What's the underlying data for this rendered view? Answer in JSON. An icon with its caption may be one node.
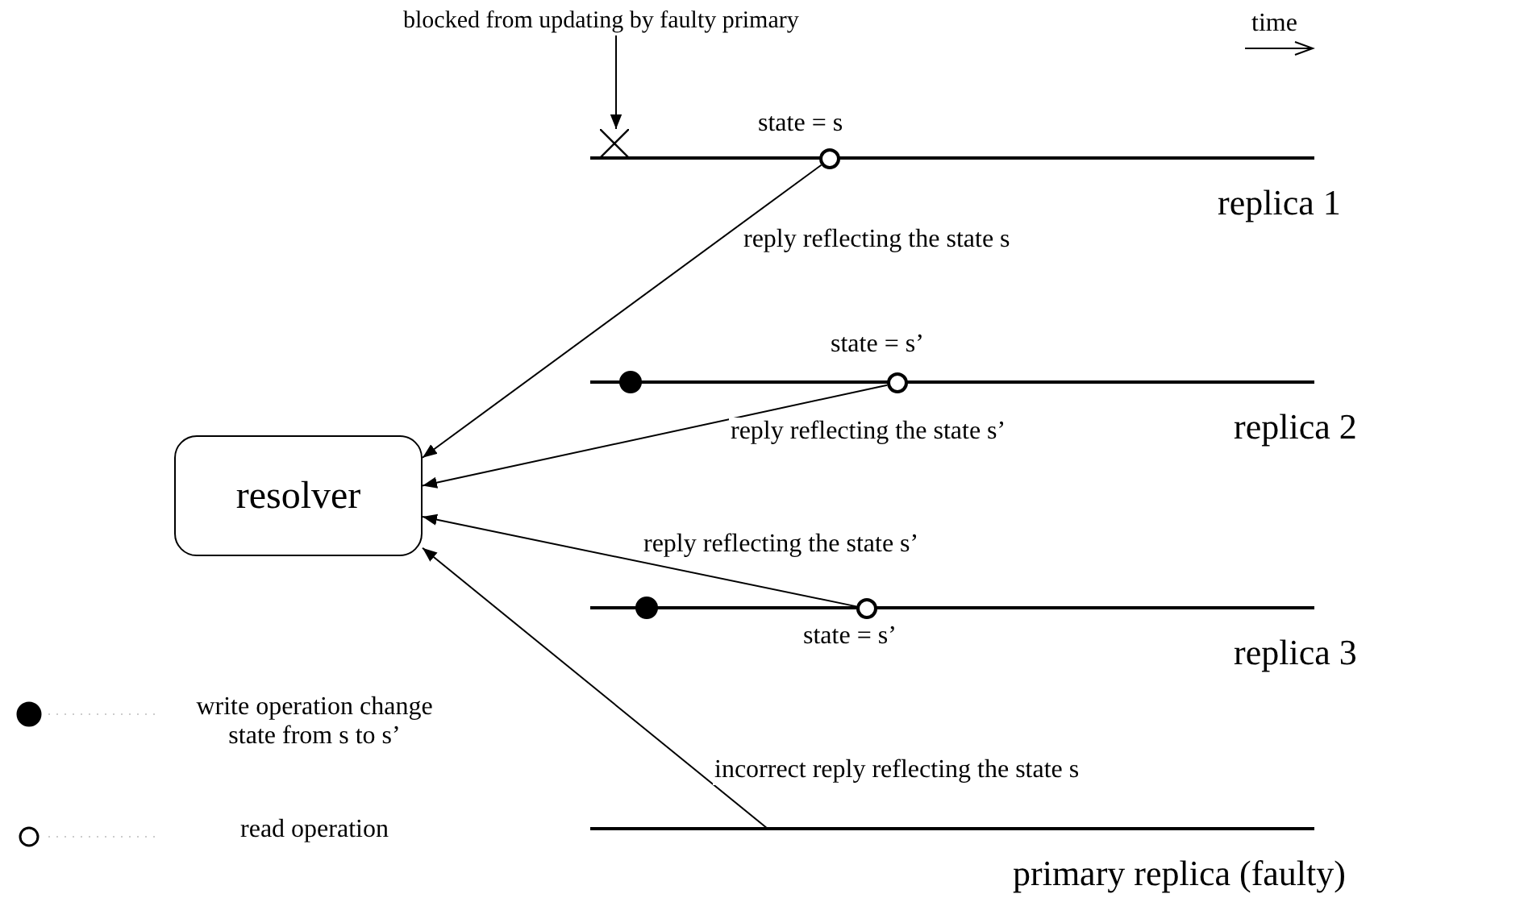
{
  "diagram": {
    "nodes": [
      {
        "text": [
          "blocked from updating by faulty primary"
        ]
      },
      {
        "text": [],
        "shape": "cross"
      },
      {
        "text": [
          "replica 1"
        ]
      },
      {
        "text": [],
        "shape": "circle",
        "beside": [
          "state = s"
        ]
      },
      {
        "text": [],
        "shape": "dot"
      },
      {
        "text": [
          "replica 2"
        ]
      },
      {
        "text": [],
        "shape": "circle",
        "beside": [
          "state = s’"
        ]
      },
      {
        "text": [
          "resolver"
        ]
      },
      {
        "text": [],
        "shape": "dot"
      },
      {
        "text": [
          "replica 3"
        ]
      },
      {
        "text": [],
        "shape": "circle",
        "beside": [
          "state = s’"
        ]
      },
      {
        "text": [
          "primary replica (faulty)"
        ]
      }
    ],
    "edges": [
      {
        "from": 0,
        "to": 1,
        "arrow": "to"
      },
      {
        "from": 3,
        "to": 7,
        "arrow": "to",
        "label": "reply reflecting the state s"
      },
      {
        "from": 6,
        "to": 7,
        "arrow": "to",
        "label": "reply reflecting the state s’"
      },
      {
        "from": 10,
        "to": 7,
        "arrow": "to",
        "label": "reply reflecting the state s’"
      },
      {
        "from": 11,
        "to": 7,
        "arrow": "to",
        "label": "incorrect reply reflecting the state s"
      }
    ],
    "labels": [
      "time"
    ],
    "legend": [
      {
        "text": "write operation change state from s to s’"
      },
      {
        "text": "read operation"
      }
    ]
  }
}
